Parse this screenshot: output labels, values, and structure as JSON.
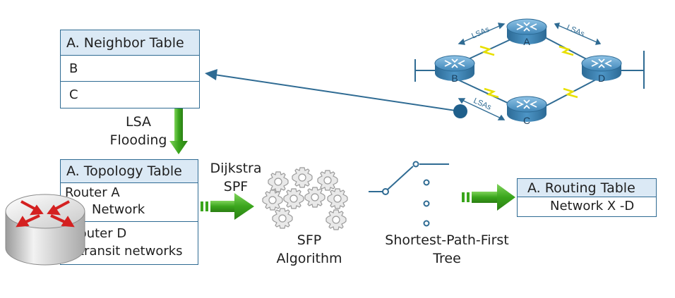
{
  "neighbor_table": {
    "title": "A. Neighbor Table",
    "rows": [
      "B",
      "C"
    ]
  },
  "lsa_flooding": {
    "line1": "LSA",
    "line2": "Flooding"
  },
  "topology_table": {
    "title": "A. Topology Table",
    "rows": [
      {
        "line1": "Router A",
        "line2": "Network"
      },
      {
        "line1": "Router D",
        "line2": "transit networks"
      }
    ]
  },
  "dijkstra": {
    "line1": "Dijkstra",
    "line2": "SPF"
  },
  "sfp_algorithm": {
    "line1": "SFP",
    "line2": "Algorithm"
  },
  "spf_tree": {
    "line1": "Shortest-Path-First",
    "line2": "Tree"
  },
  "routing_table": {
    "title": "A. Routing Table",
    "rows": [
      "Network X -D"
    ]
  },
  "network_routers": [
    "A",
    "B",
    "C",
    "D"
  ],
  "lsa_link_labels": [
    "LSAs",
    "LSAs",
    "LSAs"
  ],
  "colors": {
    "table_border": "#2f6b93",
    "table_header": "#dbe9f5",
    "green_arrow": "#3aa51c",
    "router_blue": "#4a8fbf",
    "link_lightning": "#e8e000"
  }
}
